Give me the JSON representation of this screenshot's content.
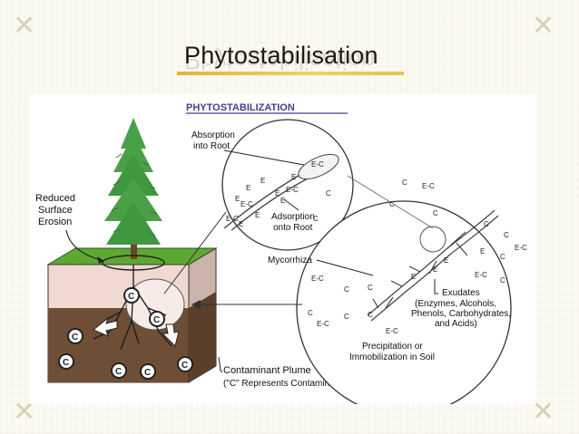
{
  "slide": {
    "title": "Phytostabilisation"
  },
  "diagram": {
    "header": "PHYTOSTABILIZATION",
    "labels": {
      "reduced_surface_erosion": [
        "Reduced",
        "Surface",
        "Erosion"
      ],
      "absorption_into_root": [
        "Absorption",
        "into Root"
      ],
      "adsorption_onto_root": [
        "Adsorption",
        "onto Root"
      ],
      "mycorrhiza": "Mycorrhiza",
      "exudates": [
        "Exudates",
        "(Enzymes, Alcohols,",
        "Phenols, Carbohydrates,",
        "and Acids)"
      ],
      "precipitation": [
        "Precipitation or",
        "Immobilization in Soil"
      ],
      "contaminant_plume": [
        "Contaminant Plume",
        "(\"C\" Represents Contaminant Compound)"
      ]
    },
    "symbols": {
      "c": "C",
      "e": "E",
      "ec": "E-C"
    },
    "colors": {
      "grass": "#5da832",
      "soil_top": "#f1dcd4",
      "soil_deep": "#6e4f36",
      "tree": "#4aa047",
      "trunk": "#6b4526",
      "header": "#4a3a8c"
    }
  }
}
